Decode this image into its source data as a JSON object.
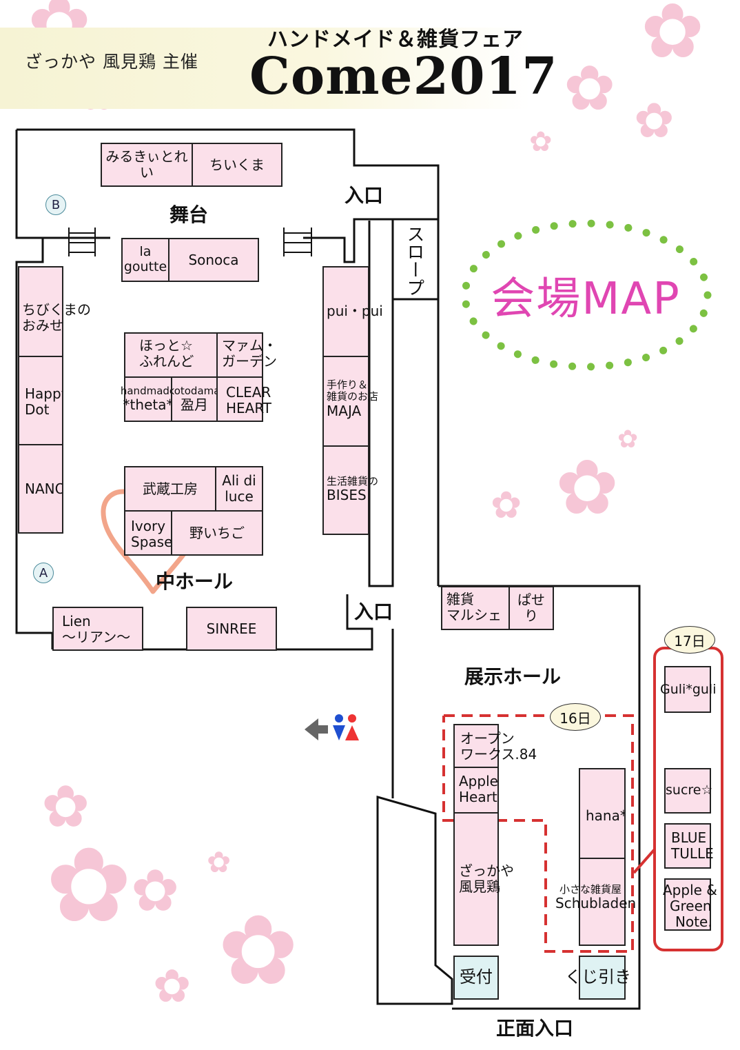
{
  "header": {
    "organizer": "ざっかや 風見鶏 主催",
    "subtitle": "ハンドメイド＆雑貨フェア",
    "title": "Come2017"
  },
  "map_title": "会場MAP",
  "labels": {
    "stage": "舞台",
    "middle_hall": "中ホール",
    "exhibition_hall": "展示ホール",
    "entrance_top": "入口",
    "entrance_mid": "入口",
    "front_entrance": "正面入口",
    "slope": "スロープ",
    "mark_a": "A",
    "mark_b": "B",
    "day_16": "16日",
    "day_17": "17日"
  },
  "booths": {
    "mirukiitorei": "みるきぃとれい",
    "chiikuma": "ちいくま",
    "la_goutte": "la goutte",
    "sonoca": "Sonoca",
    "chibikuma_line1": "ちびくまの",
    "chibikuma_line2": "おみせ",
    "happy_dot_line1": "Happy",
    "happy_dot_line2": "Dot",
    "nano": "NANO",
    "hotto_line1": "ほっと☆",
    "hotto_line2": "ふれんど",
    "mam_line1": "マァム・",
    "mam_line2": "ガーデン",
    "theta_line1": "handmade",
    "theta_line2": "*theta*",
    "kotodama_line1": "kotodama",
    "kotodama_line2": "盈月",
    "clear_line1": "CLEAR",
    "clear_line2": "HEART",
    "musashi": "武蔵工房",
    "ali_line1": "Ali di",
    "ali_line2": "luce",
    "ivory_line1": "Ivory",
    "ivory_line2": "Spase",
    "noichigo": "野いちご",
    "lien_line1": "Lien",
    "lien_line2": "～リアン～",
    "sinree": "SINREE",
    "puipui": "pui・pui",
    "maja_line1": "手作り＆",
    "maja_line2": "雑貨のお店",
    "maja_line3": "MAJA",
    "bises_line1": "生活雑貨の",
    "bises_line2": "BISES",
    "marche_line1": "雑貨",
    "marche_line2": "マルシェ",
    "paseri": "ぱせり",
    "open_line1": "オープン",
    "open_line2": "ワークス.84",
    "apple_heart_line1": "Apple",
    "apple_heart_line2": "Heart",
    "kazamidori_line1": "ざっかや",
    "kazamidori_line2": "風見鶏",
    "hana": "hana*",
    "schubladen_line1": "小さな雑貨屋",
    "schubladen_line2": "Schubladen",
    "uketsuke": "受付",
    "kujibiki": "くじ引き",
    "guliguli": "Guli*guli",
    "sucre": "sucre☆",
    "blue_line1": "BLUE",
    "blue_line2": "TULLE",
    "agn_line1": "Apple &",
    "agn_line2": "Green",
    "agn_line3": "Note."
  },
  "colors": {
    "booth_pink": "#fbe0ea",
    "booth_blue": "#dff2f3",
    "map_title": "#e046b2",
    "dot_ring": "#7cc142",
    "day16_outline": "#d63131",
    "day17_outline": "#d63131",
    "heart": "#f2a58a"
  },
  "icons": [
    "arrow-left-icon",
    "restroom-icon",
    "cherry-blossom-icon",
    "heart-icon"
  ]
}
